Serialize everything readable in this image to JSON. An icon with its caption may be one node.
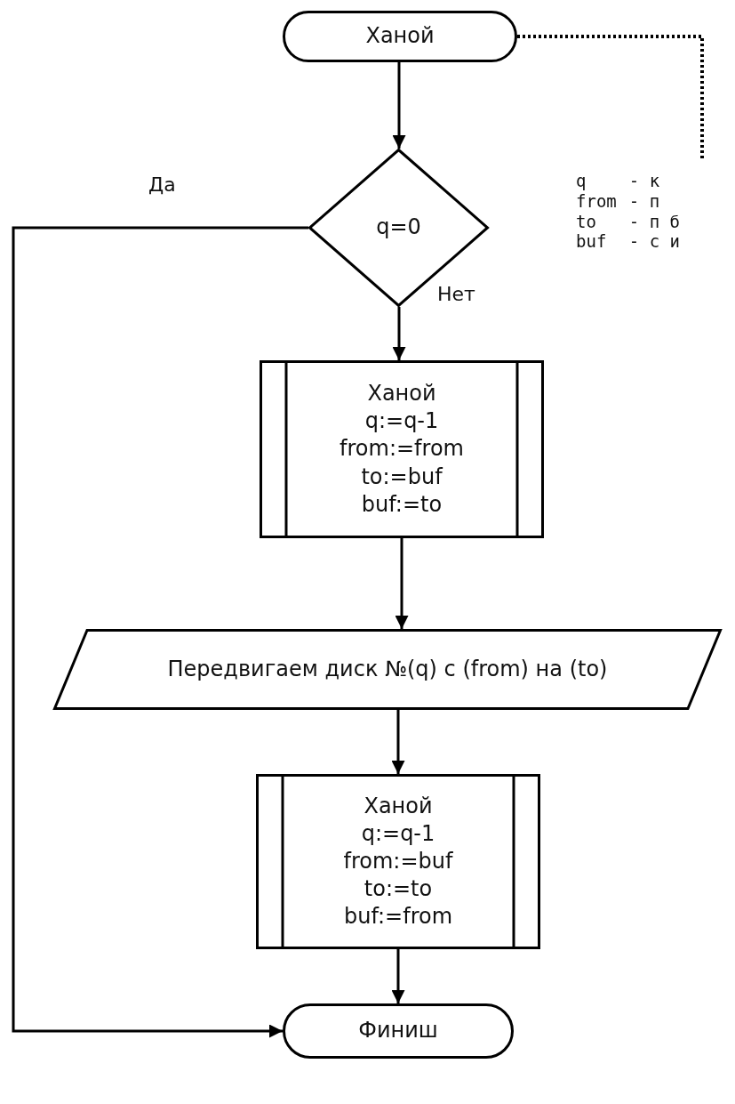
{
  "diagram": {
    "nodes": [
      {
        "text": [
          "Ханой"
        ]
      },
      {
        "text": [
          "q",
          "- к",
          "from",
          "- п",
          "to",
          "- п б",
          "buf",
          "- с и"
        ]
      },
      {
        "text": [
          "q=0"
        ]
      },
      {
        "text": [
          "Ханой",
          "q:=q-1",
          "from:=from",
          "to:=buf",
          "buf:=to"
        ]
      },
      {
        "text": [
          "Передвигаем диск №(q) с (from) на (to)"
        ]
      },
      {
        "text": [
          "Ханой",
          "q:=q-1",
          "from:=buf",
          "to:=to",
          "buf:=from"
        ]
      },
      {
        "text": [
          "Финиш"
        ]
      }
    ],
    "edges": [
      {
        "from": 0,
        "to": 1,
        "arrow": "none",
        "style": "dashed"
      },
      {
        "from": 0,
        "to": 2,
        "arrow": "to"
      },
      {
        "from": 2,
        "to": 6,
        "arrow": "to",
        "label": "Да"
      },
      {
        "from": 2,
        "to": 3,
        "arrow": "to",
        "label": "Нет"
      },
      {
        "from": 3,
        "to": 4,
        "arrow": "to"
      },
      {
        "from": 4,
        "to": 5,
        "arrow": "to"
      },
      {
        "from": 5,
        "to": 6,
        "arrow": "to"
      }
    ]
  }
}
